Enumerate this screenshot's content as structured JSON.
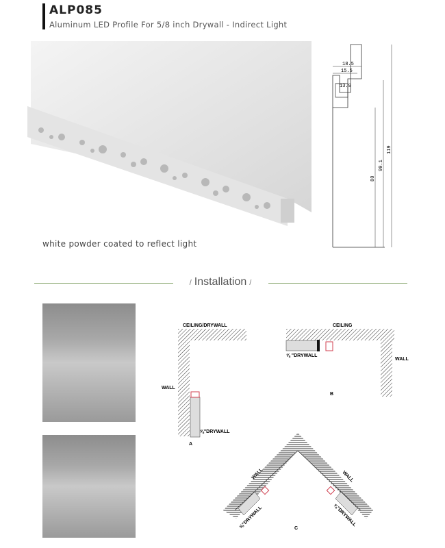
{
  "header": {
    "title": "ALP085",
    "subtitle": "Aluminum LED Profile For 5/8 inch Drywall - Indirect Light"
  },
  "product": {
    "caption": "white powder coated to reflect light"
  },
  "drawing": {
    "dims": [
      "18.5",
      "15.5",
      "13.9",
      "80",
      "99.1",
      "119"
    ]
  },
  "section": {
    "title": "Installation",
    "slash": "/"
  },
  "diagrams": {
    "a": {
      "ceiling": "CEILING/DRYWALL",
      "wall": "WALL",
      "drywall": "⅝\"DRYWALL",
      "label": "A"
    },
    "b": {
      "ceiling": "CEILING",
      "wall": "WALL",
      "drywall": "⅝ \"DRYWALL",
      "label": "B"
    },
    "c": {
      "wall_left": "WALL",
      "wall_right": "WALL",
      "drywall_left": "⅝\"DRYWALL",
      "drywall_right": "⅝\"DRYWALL",
      "label": "C"
    }
  },
  "colors": {
    "accent_line": "#8aa870",
    "led_red": "#d04050"
  }
}
